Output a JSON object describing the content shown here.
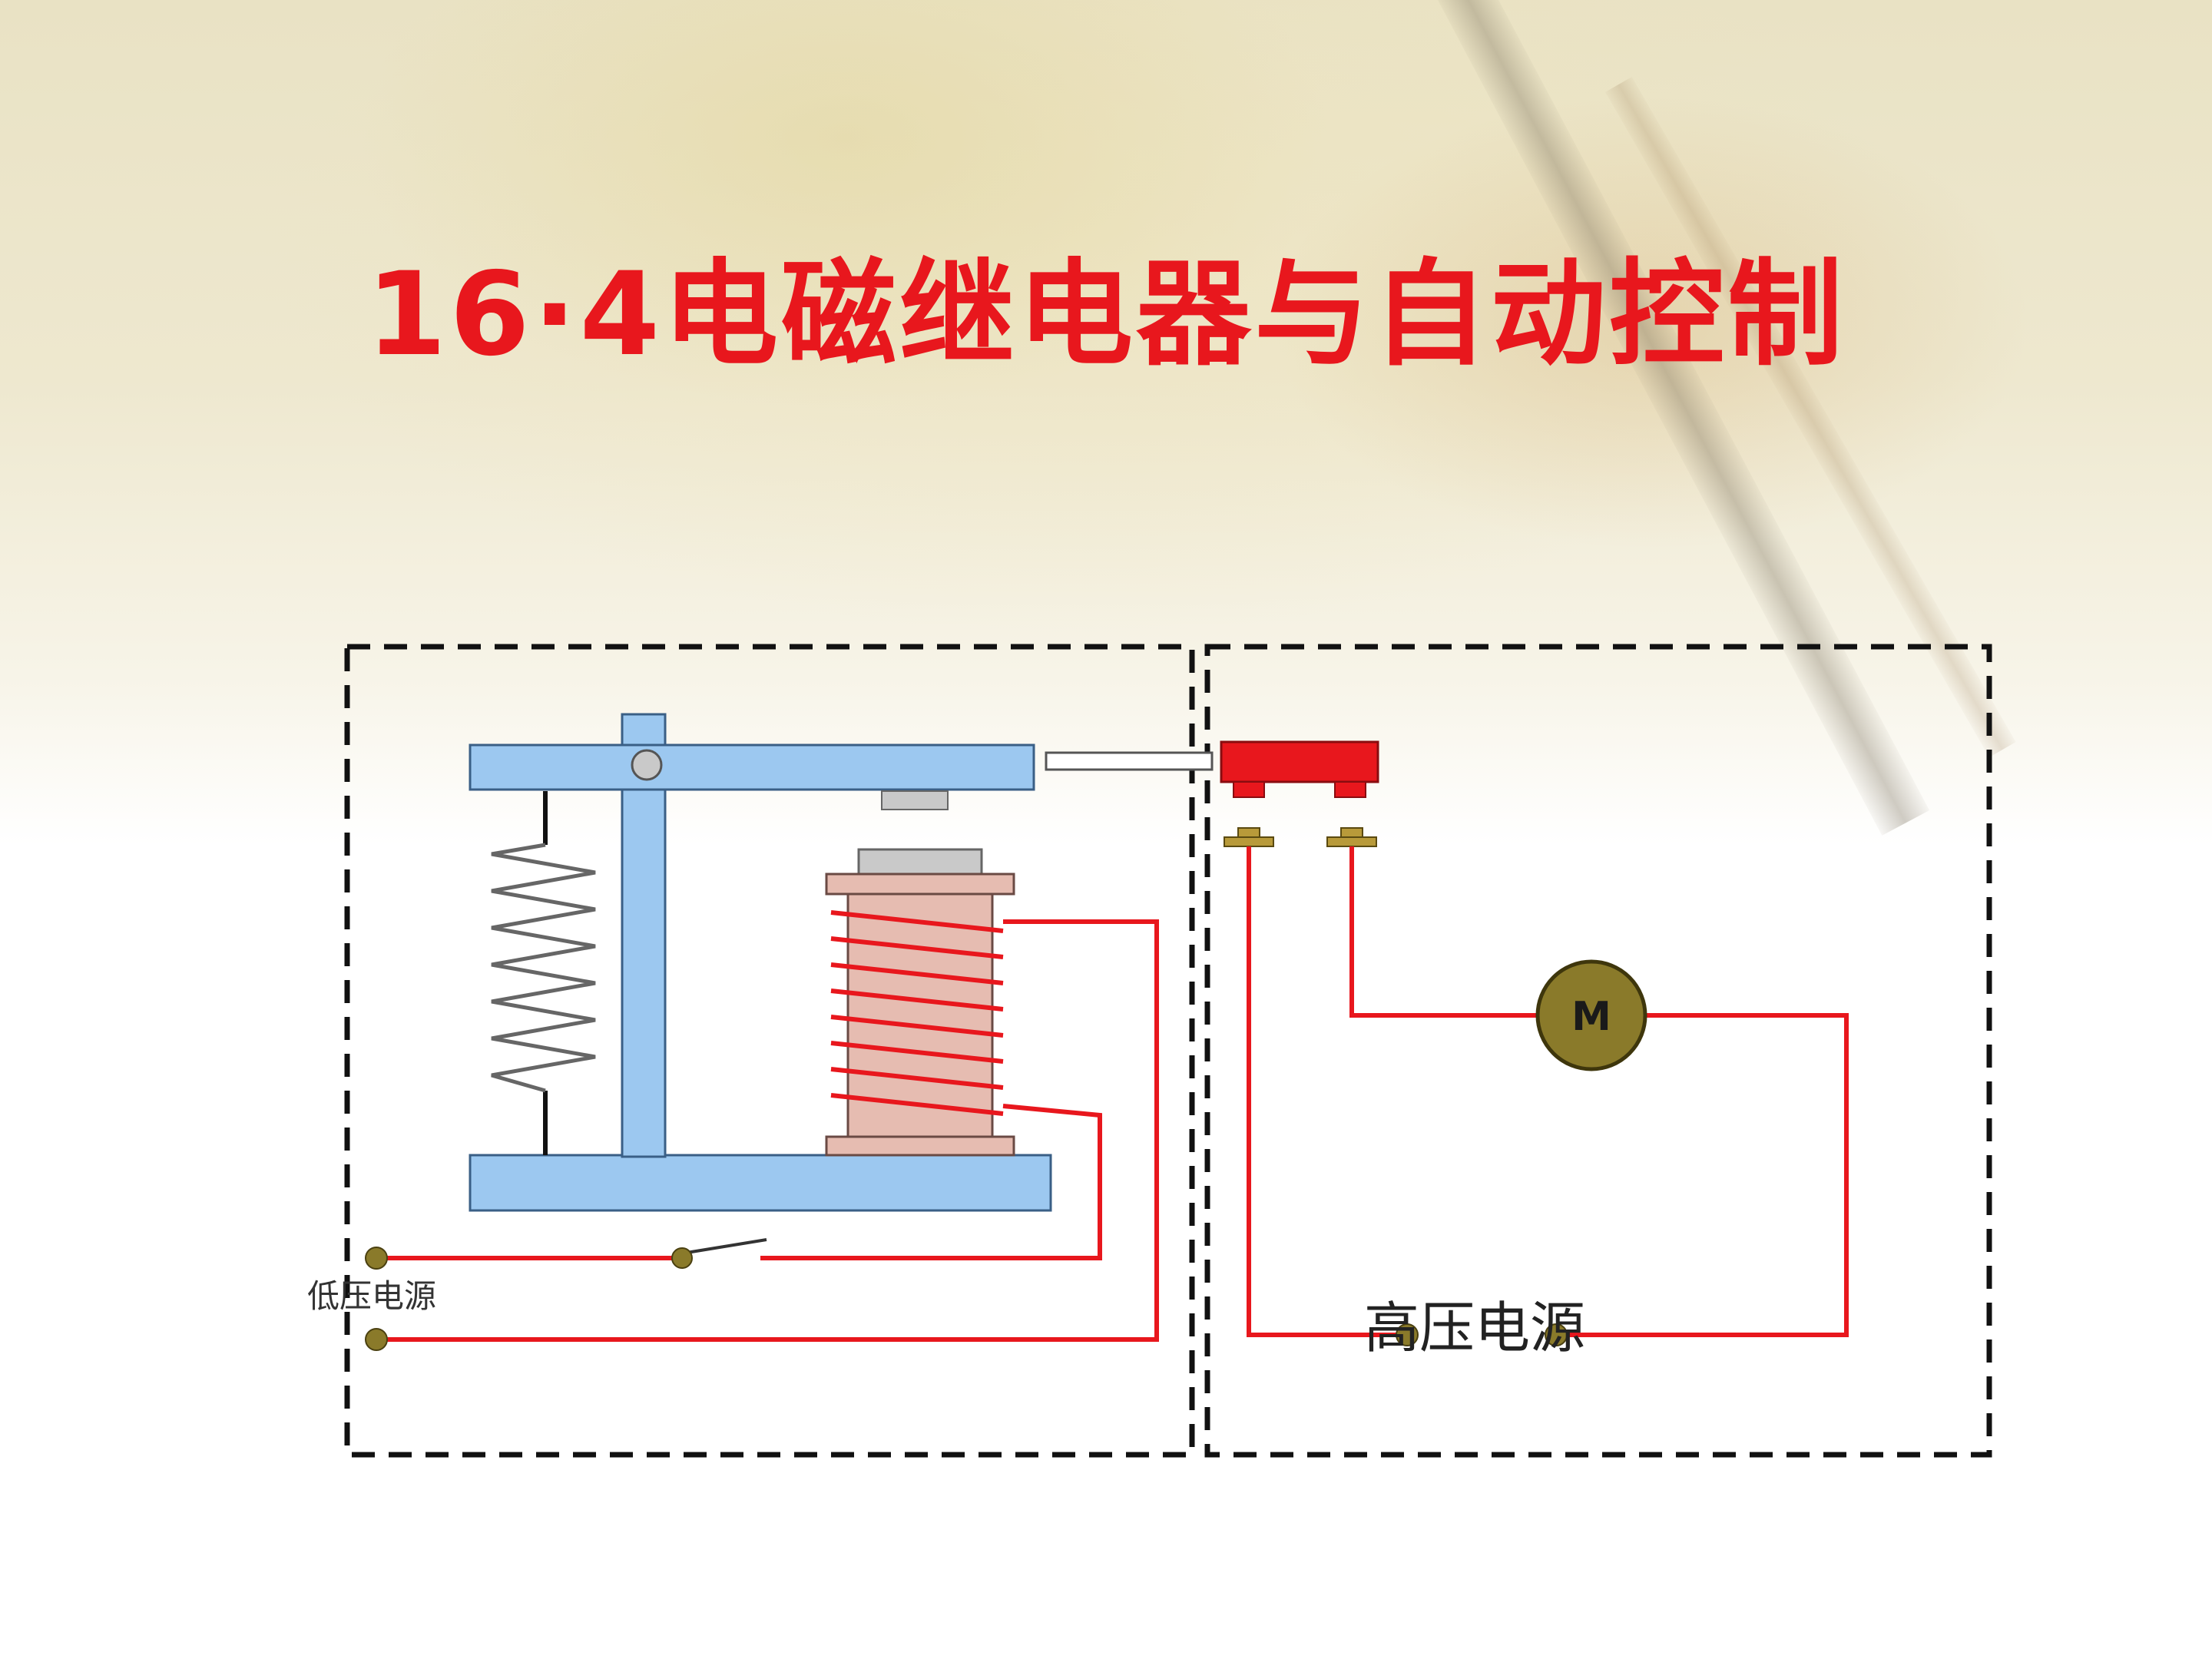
{
  "title": "16·4电磁继电器与自动控制",
  "diagram": {
    "low_voltage_label": "低压电源",
    "high_voltage_label": "高压电源",
    "motor_label": "M"
  },
  "colors": {
    "title": "#e8171d",
    "wire": "#e8171d",
    "frame": "#9cc8f0",
    "coil_core": "#e6bcb1",
    "terminal": "#8a7a2a",
    "motor": "#8a7a2a",
    "contact": "#e8171d"
  }
}
